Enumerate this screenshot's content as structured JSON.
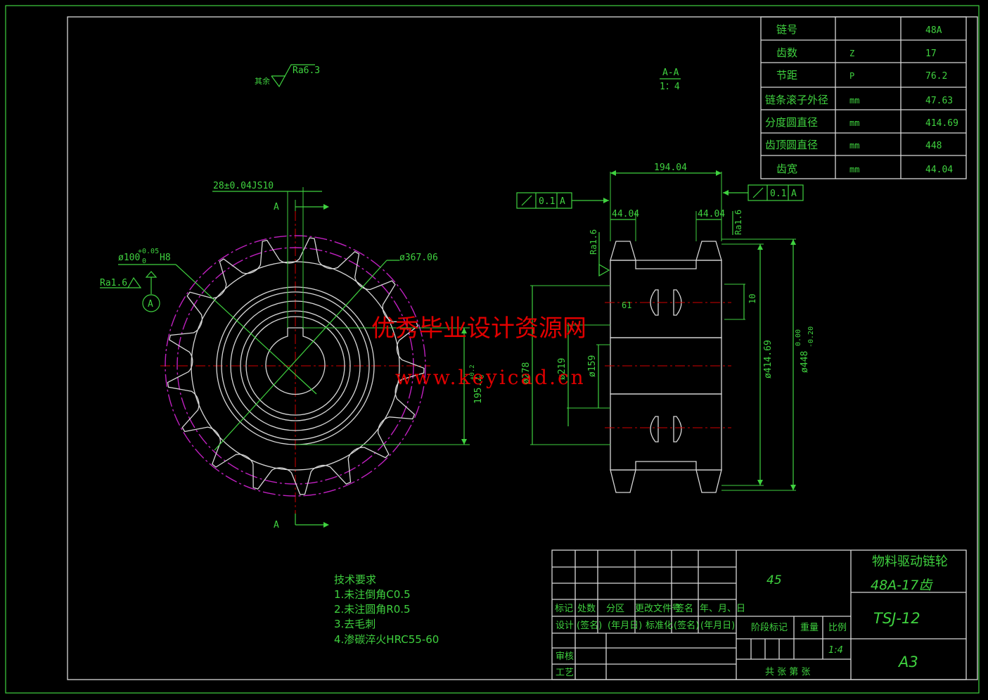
{
  "watermark": {
    "text_cn": "优秀毕业设计资源网",
    "url": "www.keyicad.cn"
  },
  "roughness": {
    "other_label": "其余",
    "other_value": "Ra6.3",
    "bore": "Ra1.6",
    "side_left": "Ra1.6",
    "side_right": "Ra1.6"
  },
  "section": {
    "name": "A-A",
    "scale": "1：4",
    "cut_mark": "A"
  },
  "datum": {
    "label": "A"
  },
  "front_dims": {
    "keyway": "28±0.04JS10",
    "bore_dia": "ø100",
    "bore_tol_upper": "+0.05",
    "bore_tol_lower": "0",
    "bore_fit": "H8",
    "root_circle": "ø367.06",
    "keyway_depth": "195.2",
    "keyway_depth_tol_upper": "+0.2",
    "keyway_depth_tol_lower": "0"
  },
  "side_dims": {
    "total_width": "194.04",
    "tooth_width_left": "44.04",
    "tooth_width_right": "44.04",
    "tol_left": "0.1",
    "tol_right": "0.1",
    "tol_datum": "A",
    "d278": "ø278",
    "d219": "ø219",
    "d159": "ø159",
    "d61": "61",
    "d10": "10",
    "pitch_dia": "ø414.69",
    "tip_dia": "ø448",
    "tip_tol_upper": "0.00",
    "tip_tol_lower": "-0.20"
  },
  "param_table": [
    {
      "name": "链号",
      "symbol": "",
      "value": "48A"
    },
    {
      "name": "齿数",
      "symbol": "Z",
      "value": "17"
    },
    {
      "name": "节距",
      "symbol": "P",
      "value": "76.2"
    },
    {
      "name": "链条滚子外径",
      "symbol": "mm",
      "value": "47.63"
    },
    {
      "name": "分度圆直径",
      "symbol": "mm",
      "value": "414.69"
    },
    {
      "name": "齿顶圆直径",
      "symbol": "mm",
      "value": "448"
    },
    {
      "name": "齿宽",
      "symbol": "mm",
      "value": "44.04"
    }
  ],
  "tech_req": {
    "title": "技术要求",
    "items": [
      "1.未注倒角C0.5",
      "2.未注圆角R0.5",
      "3.去毛刺",
      "4.渗碳淬火HRC55-60"
    ]
  },
  "title_block": {
    "material": "45",
    "part_name": "物料驱动链轮",
    "part_spec": "48A-17齿",
    "drawing_no": "TSJ-12",
    "sheet": "A3",
    "scale": "1:4",
    "row_headers": [
      "标记",
      "处数",
      "分区",
      "更改文件号",
      "签名",
      "年、月、日"
    ],
    "row_design": [
      "设计",
      "(签名)",
      "(年月日)",
      "标准化",
      "(签名)",
      "(年月日)"
    ],
    "stage": "阶段标记",
    "weight": "重量",
    "ratio": "比例",
    "review": "审核",
    "process": "工艺",
    "sheets": "共  张  第  张"
  }
}
